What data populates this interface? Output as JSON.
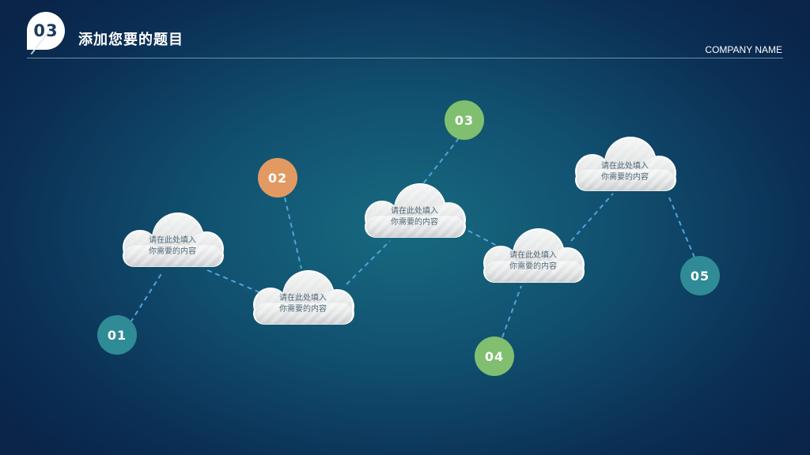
{
  "header": {
    "section_number": "03",
    "title": "添加您要的题目",
    "company": "COMPANY NAME"
  },
  "colors": {
    "background": "#11506f",
    "teal": "#2f8b95",
    "orange": "#e29a62",
    "green": "#7fbf6f",
    "link": "#4fa3de",
    "cloud": "#e2e3e4"
  },
  "clouds": [
    {
      "line1": "请在此处填入",
      "line2": "你需要的内容"
    },
    {
      "line1": "请在此处填入",
      "line2": "你需要的内容"
    },
    {
      "line1": "请在此处填入",
      "line2": "你需要的内容"
    },
    {
      "line1": "请在此处填入",
      "line2": "你需要的内容"
    },
    {
      "line1": "请在此处填入",
      "line2": "你需要的内容"
    }
  ],
  "nodes": [
    {
      "label": "01",
      "color": "teal"
    },
    {
      "label": "02",
      "color": "orange"
    },
    {
      "label": "03",
      "color": "green"
    },
    {
      "label": "04",
      "color": "green"
    },
    {
      "label": "05",
      "color": "teal"
    }
  ]
}
